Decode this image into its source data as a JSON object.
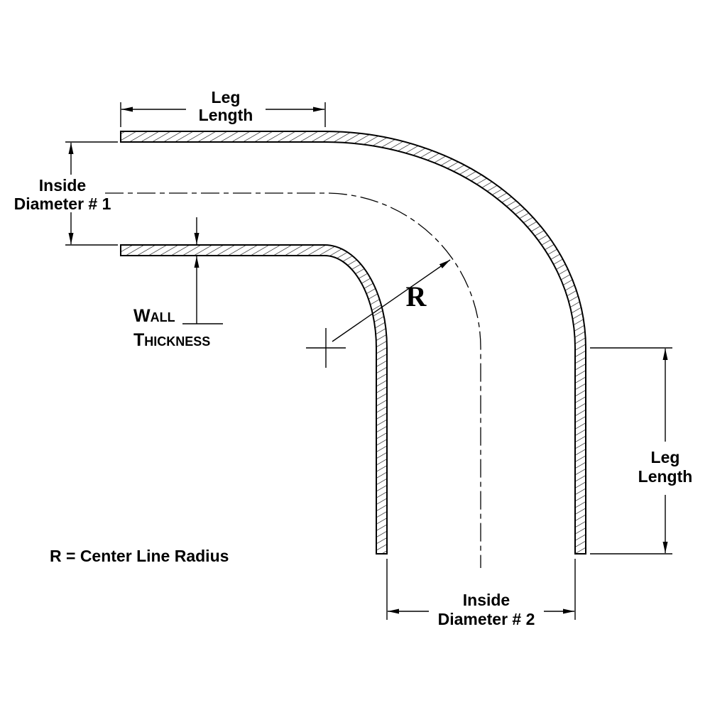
{
  "diagram": {
    "description": "90 degree reducer elbow hose technical drawing",
    "colors": {
      "line": "#000000",
      "background": "#ffffff"
    },
    "labels": {
      "top_leg_length": {
        "line1": "Leg",
        "line2": "Length"
      },
      "inside_diameter_1": {
        "line1": "Inside",
        "line2": "Diameter # 1"
      },
      "wall_thickness": {
        "line1": "Wall",
        "line2": "Thickness"
      },
      "radius": "R",
      "right_leg_length": {
        "line1": "Leg",
        "line2": "Length"
      },
      "inside_diameter_2": {
        "line1": "Inside",
        "line2": "Diameter # 2"
      },
      "legend": "R = Center Line Radius"
    }
  }
}
